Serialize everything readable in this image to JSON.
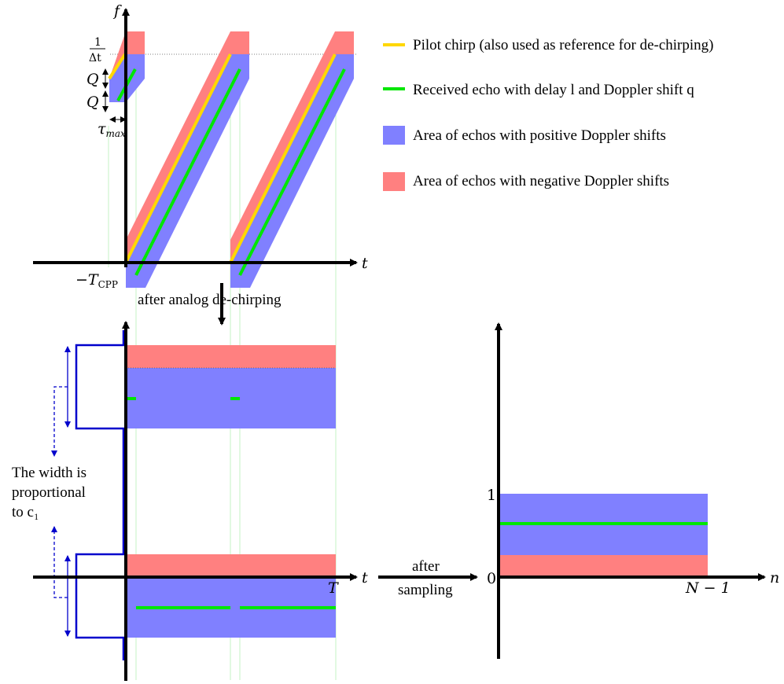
{
  "colors": {
    "positive_doppler": "#8080ff",
    "negative_doppler": "#ff8080",
    "pilot_chirp": "#ffd700",
    "received_echo": "#00e600",
    "bracket": "#0000cc",
    "axis": "#000000"
  },
  "legend": [
    {
      "type": "line",
      "color": "#ffd700",
      "text": "Pilot chirp (also used as reference for de-chirping)"
    },
    {
      "type": "line",
      "color": "#00e600",
      "text": "Received echo with delay l and Doppler shift q"
    },
    {
      "type": "rect",
      "color": "#8080ff",
      "text": "Area of echos with positive Doppler shifts"
    },
    {
      "type": "rect",
      "color": "#ff8080",
      "text": "Area of echos with negative Doppler shifts"
    }
  ],
  "top_plot": {
    "y_axis_label": "f",
    "x_axis_label": "t",
    "freq_tick_num": "1",
    "freq_tick_den": "Δt",
    "q_label_1": "Q",
    "q_label_2": "Q",
    "tau_label": "τ",
    "tau_sub": "max",
    "tcpp_label": "−T",
    "tcpp_sub": "CPP"
  },
  "arrow_label": "after analog de-chirping",
  "bottom_left_plot": {
    "x_axis_label": "t",
    "t_end_label": "T",
    "width_note": [
      "The width is",
      "proportional",
      "to c₁"
    ]
  },
  "sampling_label": [
    "after",
    "sampling"
  ],
  "bottom_right_plot": {
    "tick_one": "1",
    "tick_zero": "0",
    "n_end_label": "N − 1",
    "x_axis_label": "n"
  }
}
